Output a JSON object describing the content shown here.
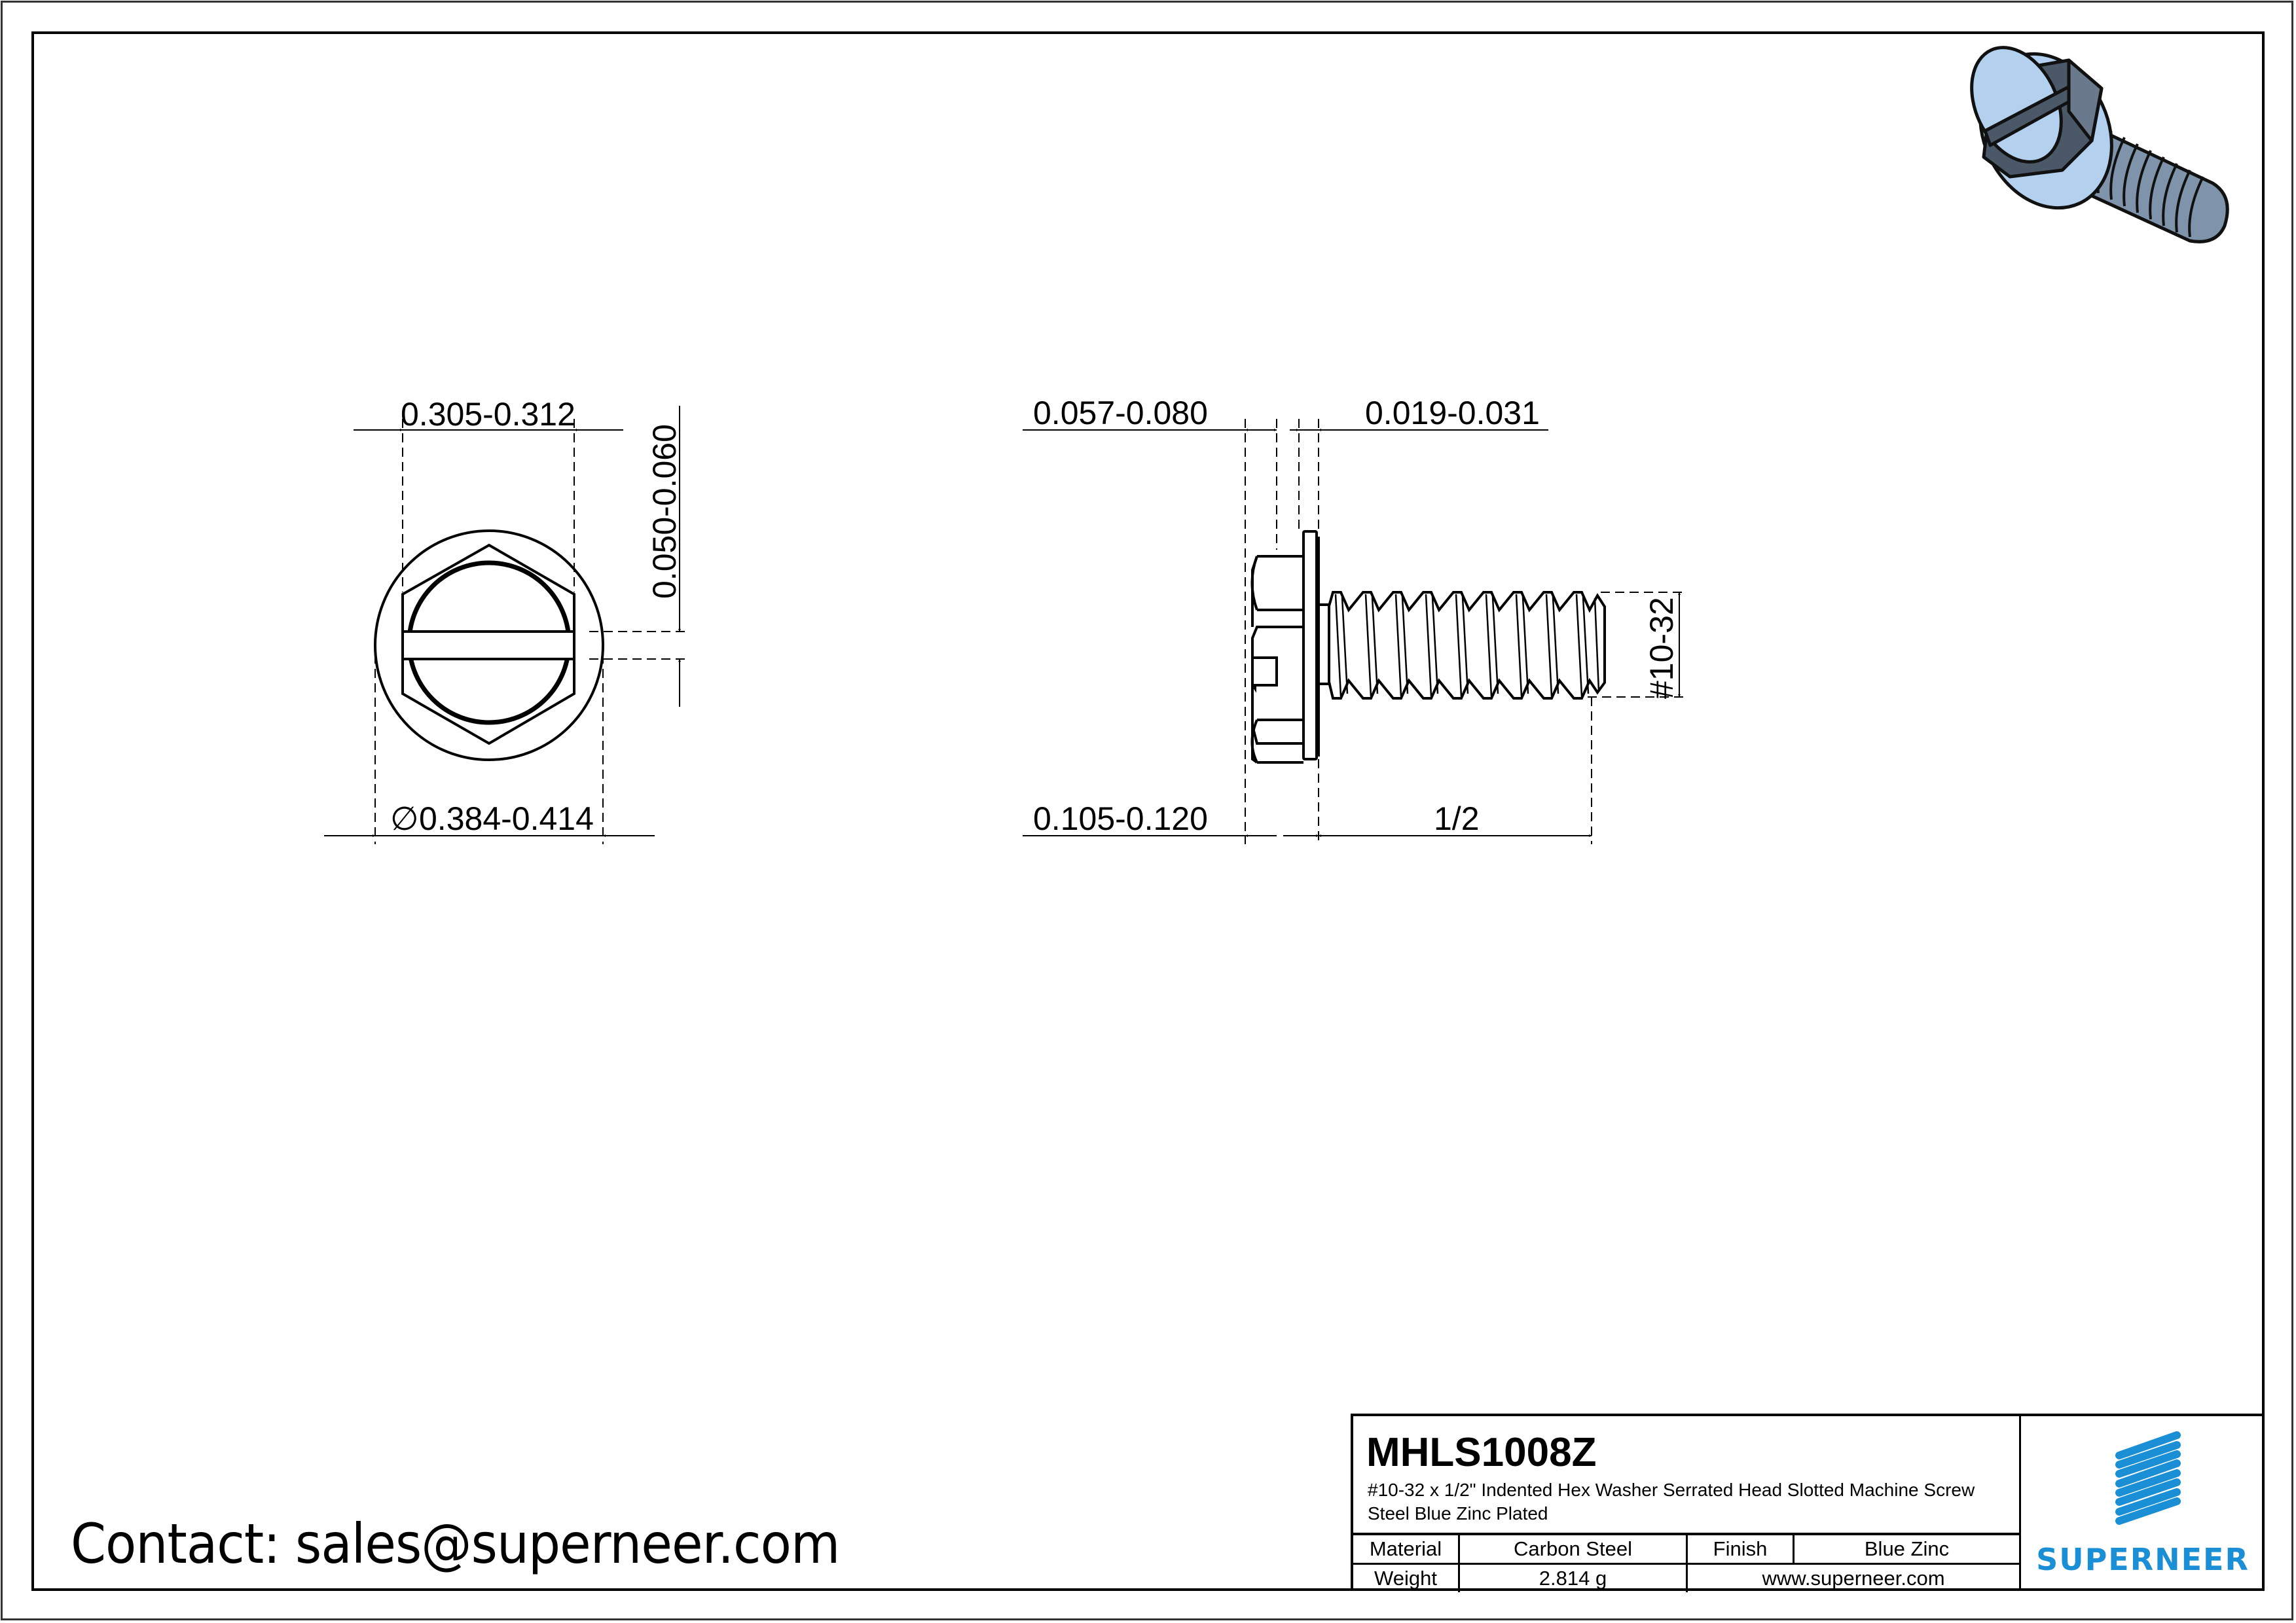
{
  "part": {
    "code": "MHLS1008Z",
    "description": "#10-32 x 1/2\" Indented Hex Washer Serrated Head Slotted Machine Screw Steel Blue Zinc Plated"
  },
  "specs": {
    "material_label": "Material",
    "material_value": "Carbon Steel",
    "finish_label": "Finish",
    "finish_value": "Blue Zinc",
    "weight_label": "Weight",
    "weight_value": "2.814 g",
    "website": "www.superneer.com"
  },
  "brand": {
    "name": "SUPERNEER",
    "color": "#1a8fd6"
  },
  "contact": "Contact: sales@superneer.com",
  "front_view": {
    "hex_across_flats": "0.305-0.312",
    "slot_width": "0.050-0.060",
    "washer_diameter_symbol": "∅",
    "washer_diameter": "0.384-0.414"
  },
  "side_view": {
    "slot_depth": "0.057-0.080",
    "washer_thickness": "0.019-0.031",
    "head_height": "0.105-0.120",
    "length": "1/2",
    "thread": "#10-32"
  },
  "iso_view": {
    "fill_light": "#b3d1ef",
    "fill_dark": "#4a5868"
  }
}
